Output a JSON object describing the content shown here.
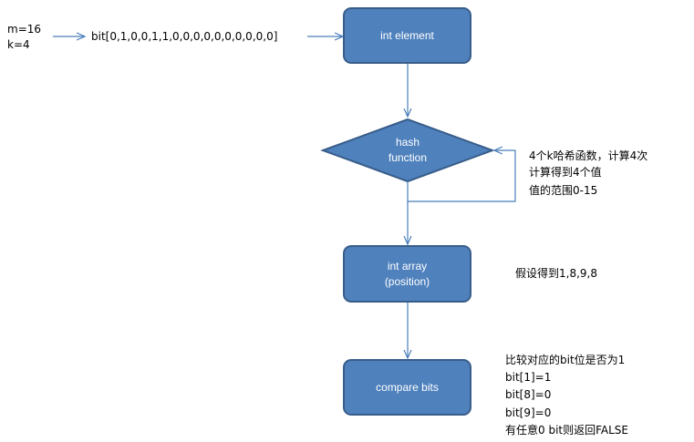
{
  "params": {
    "m": "m=16",
    "k": "k=4"
  },
  "bit_array_text": "bit[0,1,0,0,1,1,0,0,0,0,0,0,0,0,0,0]",
  "nodes": {
    "int_element": "int element",
    "hash_line1": "hash",
    "hash_line2": "function",
    "int_array_line1": "int array",
    "int_array_line2": "(position)",
    "compare_bits": "compare bits"
  },
  "notes": {
    "hash": [
      "4个k哈希函数，计算4次",
      "计算得到4个值",
      "值的范围0-15"
    ],
    "assume": "假设得到1,8,9,8",
    "compare": [
      "比较对应的bit位是否为1",
      "bit[1]=1",
      "bit[8]=0",
      "bit[9]=0",
      "有任意0 bit则返回FALSE"
    ]
  },
  "colors": {
    "node_fill": "#4f81bd",
    "node_border": "#385d8a",
    "arrow": "#4a7ebb"
  }
}
